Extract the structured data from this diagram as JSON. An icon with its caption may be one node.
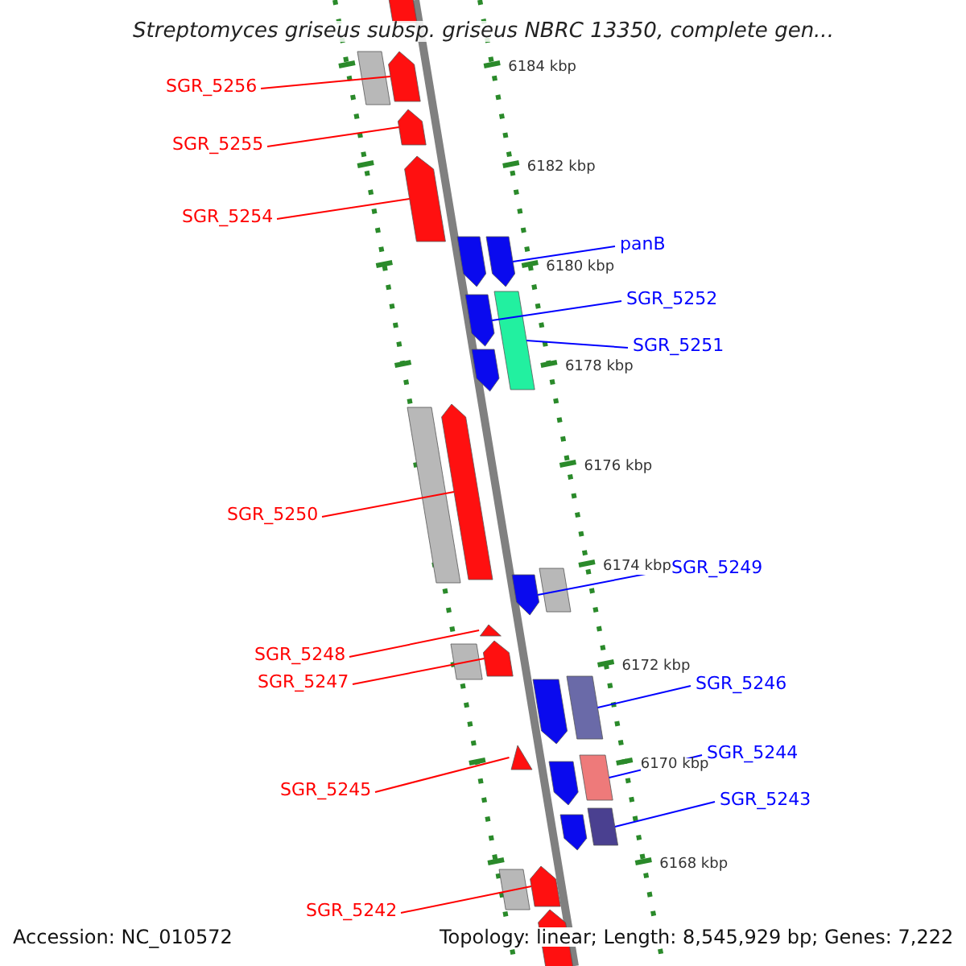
{
  "diagram": {
    "title": "Streptomyces griseus subsp. griseus NBRC 13350, complete gen...",
    "nodes": [
      {
        "text": [
          "SGR_5256"
        ]
      },
      {
        "text": [
          "SGR_5255"
        ]
      },
      {
        "text": [
          "SGR_5254"
        ]
      },
      {
        "text": [
          "panB"
        ]
      },
      {
        "text": [
          "SGR_5252"
        ]
      },
      {
        "text": [
          "SGR_5251"
        ]
      },
      {
        "text": [
          "SGR_5250"
        ]
      },
      {
        "text": [
          "SGR_5249"
        ]
      },
      {
        "text": [
          "SGR_5248"
        ]
      },
      {
        "text": [
          "SGR_5247"
        ]
      },
      {
        "text": [
          "SGR_5246"
        ]
      },
      {
        "text": [
          "SGR_5244"
        ]
      },
      {
        "text": [
          "SGR_5245"
        ]
      },
      {
        "text": [
          "SGR_5243"
        ]
      },
      {
        "text": [
          "SGR_5242"
        ]
      },
      {
        "text": [],
        "shape": "arrow"
      },
      {
        "text": [],
        "shape": "arrow"
      },
      {
        "text": [],
        "shape": "arrow"
      },
      {
        "text": [],
        "shape": "arrow"
      },
      {
        "text": [],
        "shape": "arrow"
      },
      {
        "text": [],
        "shape": "box"
      },
      {
        "text": [],
        "shape": "arrow"
      },
      {
        "text": [],
        "shape": "arrow"
      },
      {
        "text": [],
        "shape": "arrow"
      },
      {
        "text": [],
        "shape": "arrow"
      },
      {
        "text": [],
        "shape": "box"
      },
      {
        "text": [],
        "shape": "box"
      },
      {
        "text": [],
        "shape": "arrow"
      },
      {
        "text": [],
        "shape": "box"
      },
      {
        "text": [],
        "shape": "arrow"
      },
      {
        "text": [],
        "shape": "arrow"
      },
      {
        "text": [],
        "shape": "arrow"
      },
      {
        "text": [],
        "shape": "box"
      },
      {
        "text": [],
        "shape": "arrow"
      },
      {
        "text": [],
        "shape": "arrow"
      },
      {
        "text": [],
        "shape": "box"
      },
      {
        "text": [],
        "shape": "box"
      },
      {
        "text": [],
        "shape": "box"
      },
      {
        "text": [],
        "shape": "arrow"
      },
      {
        "text": [],
        "shape": "arrow"
      },
      {
        "text": [],
        "shape": "arrow"
      },
      {
        "text": [],
        "shape": "box"
      }
    ],
    "edges": [
      {
        "from": 0,
        "to": 15,
        "arrow": "none"
      },
      {
        "from": 1,
        "to": 16,
        "arrow": "none"
      },
      {
        "from": 2,
        "to": 17,
        "arrow": "none"
      },
      {
        "from": 3,
        "to": 18,
        "arrow": "none",
        "color": "#0000ff"
      },
      {
        "from": 4,
        "to": 19,
        "arrow": "none",
        "color": "#0000ff"
      },
      {
        "from": 5,
        "to": 20,
        "arrow": "none",
        "color": "#0000ff"
      },
      {
        "from": 6,
        "to": 21,
        "arrow": "none"
      },
      {
        "from": 7,
        "to": 22,
        "arrow": "none",
        "color": "#0000ff"
      },
      {
        "from": 8,
        "to": 23,
        "arrow": "none"
      },
      {
        "from": 9,
        "to": 24,
        "arrow": "none"
      },
      {
        "from": 10,
        "to": 25,
        "arrow": "none",
        "color": "#0000ff"
      },
      {
        "from": 11,
        "to": 26,
        "arrow": "none",
        "color": "#0000ff"
      },
      {
        "from": 12,
        "to": 27,
        "arrow": "none"
      },
      {
        "from": 13,
        "to": 28,
        "arrow": "none",
        "color": "#0000ff"
      },
      {
        "from": 14,
        "to": 29,
        "arrow": "none"
      }
    ],
    "labels": [
      "6184 kbp",
      "6182 kbp",
      "6180 kbp",
      "6178 kbp",
      "6176 kbp",
      "6174 kbp",
      "6172 kbp",
      "6170 kbp",
      "6168 kbp",
      "Accession: NC_010572",
      "Topology: linear; Length: 8,545,929 bp; Genes: 7,222"
    ]
  }
}
